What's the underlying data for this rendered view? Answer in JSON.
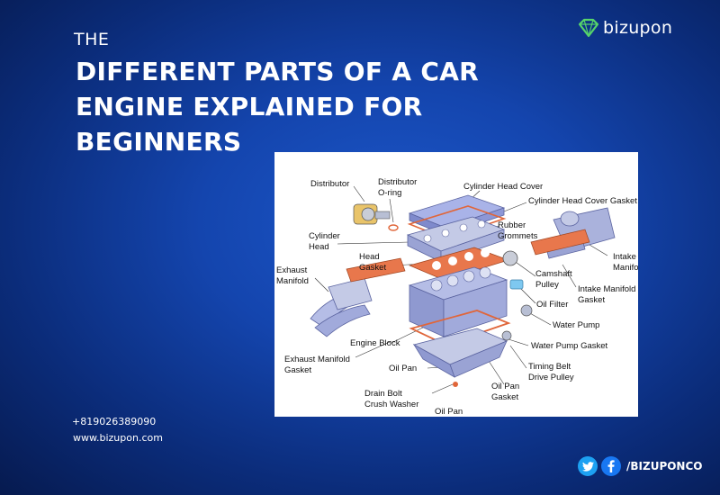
{
  "header": {
    "pre_title": "THE",
    "title_lines": [
      "DIFFERENT PARTS OF A CAR",
      "ENGINE EXPLAINED FOR",
      "BEGINNERS"
    ]
  },
  "brand": {
    "name": "bizupon"
  },
  "diagram": {
    "labels": {
      "distributor": "Distributor",
      "distributor_oring_1": "Distributor",
      "distributor_oring_2": "O-ring",
      "cyl_head_cover": "Cylinder Head Cover",
      "cyl_head_cover_gasket": "Cylinder Head Cover Gasket",
      "rubber_1": "Rubber",
      "rubber_2": "Grommets",
      "cyl_head_1": "Cylinder",
      "cyl_head_2": "Head",
      "head_gasket_1": "Head",
      "head_gasket_2": "Gasket",
      "intake_manifold_1": "Intake",
      "intake_manifold_2": "Manifold",
      "exhaust_manifold_1": "Exhaust",
      "exhaust_manifold_2": "Manifold",
      "camshaft_1": "Camshaft",
      "camshaft_2": "Pulley",
      "intake_gasket_1": "Intake Manifold",
      "intake_gasket_2": "Gasket",
      "oil_filter": "Oil Filter",
      "water_pump": "Water Pump",
      "engine_block": "Engine Block",
      "water_pump_gasket": "Water Pump Gasket",
      "exhaust_gasket_1": "Exhaust Manifold",
      "exhaust_gasket_2": "Gasket",
      "timing_belt_1": "Timing Belt",
      "timing_belt_2": "Drive Pulley",
      "oil_pan": "Oil Pan",
      "oil_pan_gasket_1": "Oil Pan",
      "oil_pan_gasket_2": "Gasket",
      "drain_bolt_1": "Drain Bolt",
      "drain_bolt_2": "Crush Washer",
      "oil_pan_bottom": "Oil Pan"
    }
  },
  "contact": {
    "phone": "+819026389090",
    "website": "www.bizupon.com"
  },
  "social": {
    "handle": "/BIZUPONCO",
    "icons": [
      "twitter-icon",
      "facebook-icon"
    ]
  },
  "colors": {
    "background": "#1445ae",
    "gasket": "#e0663a",
    "metal": "#a9b3e8",
    "twitter": "#1da1f2",
    "facebook": "#1877f2",
    "logo_accent": "#56d46a"
  }
}
